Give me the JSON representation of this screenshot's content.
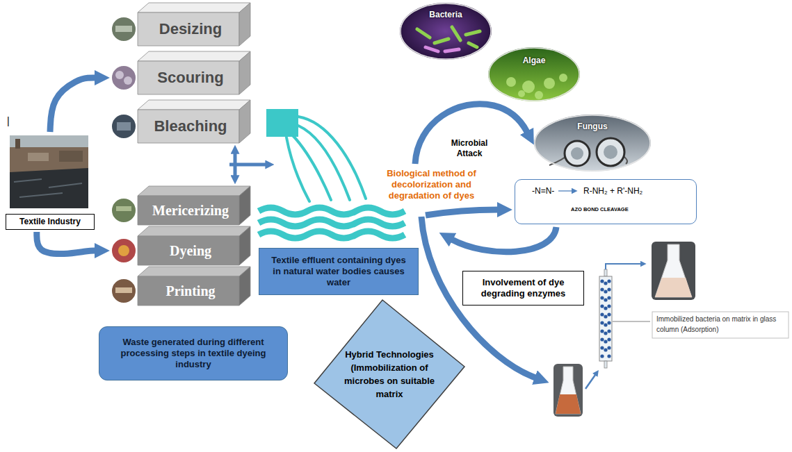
{
  "diagram": {
    "nodes": [
      {
        "text": [
          "Textile Industry"
        ]
      },
      {
        "text": [
          "Desizing"
        ]
      },
      {
        "text": [
          "Scouring"
        ]
      },
      {
        "text": [
          "Bleaching"
        ]
      },
      {
        "text": [
          "Mericerizing"
        ]
      },
      {
        "text": [
          "Dyeing"
        ]
      },
      {
        "text": [
          "Printing"
        ]
      },
      {
        "text": [
          "Waste generated during different processing steps in textile dyeing industry"
        ]
      },
      {
        "text": [
          "Textile effluent containing dyes in natural water bodies causes water"
        ]
      },
      {
        "text": [
          "Bacteria"
        ]
      },
      {
        "text": [
          "Algae"
        ]
      },
      {
        "text": [
          "Fungus"
        ]
      },
      {
        "text": [
          "-N=N-",
          "R-NH₂ + R'-NH₂",
          "AZO BOND CLEAVAGE"
        ]
      },
      {
        "text": [
          "Involvement of dye degrading enzymes"
        ]
      },
      {
        "text": [
          "Hybrid Technologies (Immobilization of microbes on suitable matrix"
        ]
      }
    ],
    "edges": [
      {
        "from": 0,
        "to": 2,
        "arrow": "to"
      },
      {
        "from": 0,
        "to": 5,
        "arrow": "to"
      },
      {
        "from": 3,
        "to": 4,
        "arrow": "both"
      }
    ],
    "labels": [
      "|",
      "Biological method of decolorization and degradation of dyes",
      "Microbial Attack",
      "Immobilized bacteria on matrix in glass column (Adsorption)"
    ]
  }
}
